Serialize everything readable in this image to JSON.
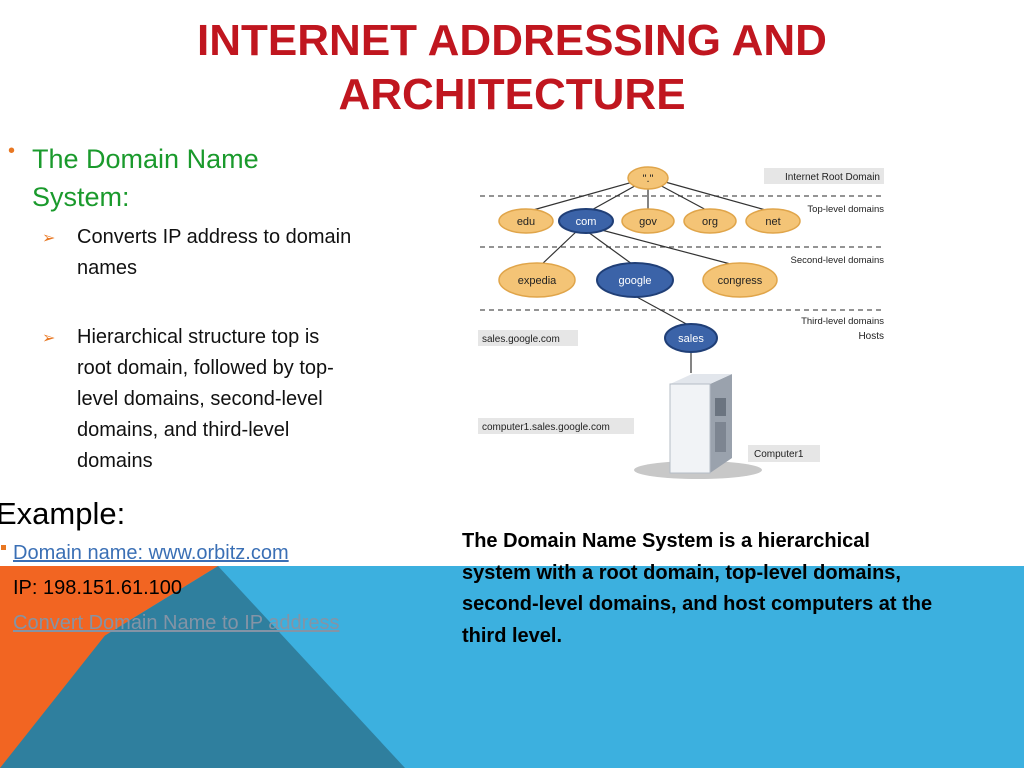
{
  "colors": {
    "title": "#c0161f",
    "heading": "#1a9a2c",
    "bullet": "#e87722",
    "link": "#3a6fb5",
    "link_muted": "#8494a6",
    "node_orange": "#f4c476",
    "node_orange_edge": "#e0a54a",
    "node_blue": "#3b63a8",
    "node_blue_edge": "#203f77",
    "bg_orange": "#f26522",
    "bg_blue": "#3cb0df",
    "bg_teal": "#2f7f9e"
  },
  "slide": {
    "title_line1": "Internet Addressing and",
    "title_line2": "Architecture",
    "heading_line1": "The Domain Name",
    "heading_line2": "System:",
    "bullet1_line1": "Converts IP address to domain",
    "bullet1_line2": "names",
    "bullet2_lines": [
      "Hierarchical structure top is",
      "root domain, followed by top-",
      "level domains, second-level",
      "domains, and third-level",
      "domains"
    ],
    "example_label": "Example:",
    "example_domain": "Domain name: www.orbitz.com",
    "example_ip": "IP: 198.151.61.100",
    "example_convert_link": "Convert Domain Name to IP address",
    "caption": "The Domain Name System is a hierarchical system with a root domain, top-level domains, second-level domains, and host computers at the third level."
  },
  "diagram": {
    "root_label": "\".\"",
    "tld_nodes": [
      "edu",
      "com",
      "gov",
      "org",
      "net"
    ],
    "sld_nodes": [
      "expedia",
      "google",
      "congress"
    ],
    "host_node": "sales",
    "level_labels": {
      "root": "Internet Root Domain",
      "top": "Top-level domains",
      "second": "Second-level domains",
      "third": "Third-level domains",
      "hosts": "Hosts"
    },
    "host_fqdn": "sales.google.com",
    "computer_fqdn": "computer1.sales.google.com",
    "computer_label": "Computer1"
  }
}
